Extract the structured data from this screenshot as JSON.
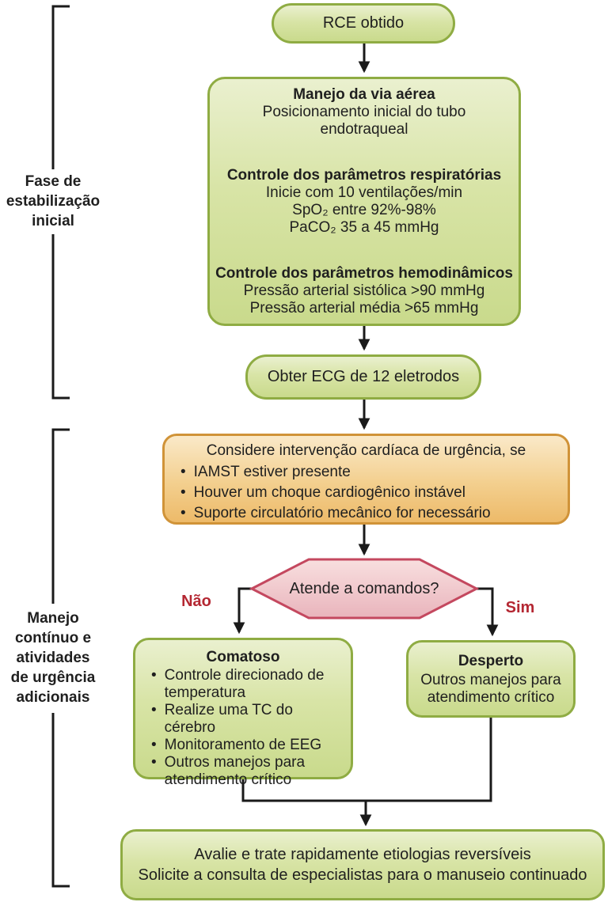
{
  "side": {
    "phase1": [
      "Fase de",
      "estabilização",
      "inicial"
    ],
    "phase2": [
      "Manejo",
      "contínuo e",
      "atividades",
      "de urgência",
      "adicionais"
    ]
  },
  "nodes": {
    "start": "RCE obtido",
    "stabilization": {
      "airway_title": "Manejo da via aérea",
      "airway_line1": "Posicionamento inicial do tubo",
      "airway_line2": "endotraqueal",
      "resp_title": "Controle dos parâmetros respiratórias",
      "resp_line1": "Inicie com 10 ventilações/min",
      "resp_line2": "SpO₂ entre 92%-98%",
      "resp_line3": "PaCO₂ 35 a 45 mmHg",
      "hemo_title": "Controle dos parâmetros hemodinâmicos",
      "hemo_line1": "Pressão arterial sistólica >90 mmHg",
      "hemo_line2": "Pressão arterial média >65 mmHg"
    },
    "ecg": "Obter ECG de 12 eletrodos",
    "cardiac": {
      "header": "Considere intervenção cardíaca de urgência, se",
      "bullets": [
        "IAMST estiver presente",
        "Houver um choque cardiogênico instável",
        "Suporte circulatório mecânico for necessário"
      ]
    },
    "decision": {
      "question": "Atende a comandos?",
      "no": "Não",
      "yes": "Sim"
    },
    "comatose": {
      "title": "Comatoso",
      "bullets": [
        "Controle direcionado de temperatura",
        "Realize uma TC do cérebro",
        "Monitoramento de EEG",
        "Outros manejos para atendimento crítico"
      ]
    },
    "awake": {
      "title": "Desperto",
      "line1": "Outros manejos para",
      "line2": "atendimento crítico"
    },
    "final": {
      "line1": "Avalie e trate rapidamente etiologias reversíveis",
      "line2": "Solicite a consulta de especialistas para o manuseio continuado"
    }
  },
  "colors": {
    "green_fill_top": "#eaf0cf",
    "green_fill_bottom": "#c9da8c",
    "green_border": "#8fac43",
    "orange_fill_top": "#fae9c8",
    "orange_fill_bottom": "#edba69",
    "orange_border": "#d09338",
    "pink_fill_top": "#f8dfdf",
    "pink_fill_bottom": "#e9b4bc",
    "pink_border": "#c4485f",
    "branch_label_red": "#b42732",
    "line_black": "#1a1a1a"
  }
}
